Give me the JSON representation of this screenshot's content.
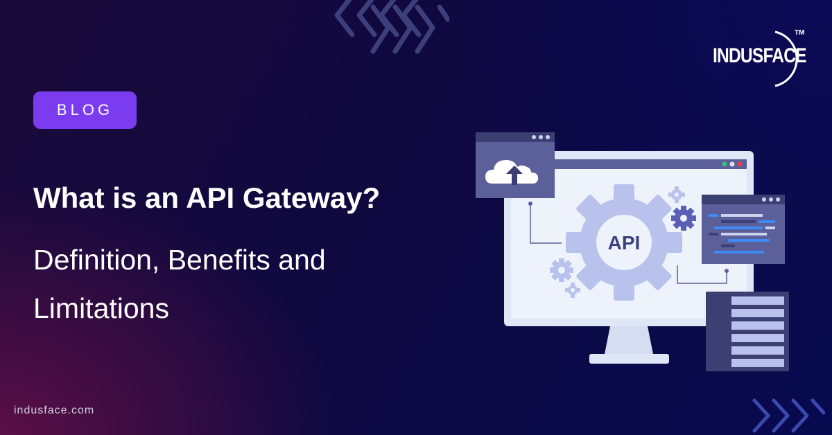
{
  "badge": {
    "label": "BLOG"
  },
  "headline": {
    "title": "What is an API Gateway?",
    "subtitle": "Definition, Benefits and Limitations"
  },
  "brand": {
    "name": "INDUSFACE",
    "tm": "TM"
  },
  "footer": {
    "site": "indusface.com"
  },
  "illustration": {
    "gear_label": "API"
  },
  "colors": {
    "badge": "#7b3cf0",
    "gear": "#b8c2ec",
    "monitor_screen": "#eef2fb",
    "panel": "#5b5f9a",
    "code_blue": "#3f8cf5"
  },
  "icons": [
    "chevron-pattern-icon",
    "cloud-upload-icon",
    "gear-icon",
    "server-rack-icon",
    "monitor-icon"
  ]
}
